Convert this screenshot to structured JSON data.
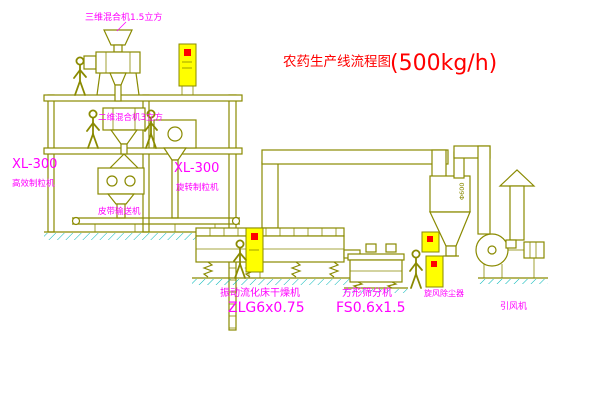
{
  "title": {
    "name": "农药生产线流程图",
    "capacity": "(500kg/h)"
  },
  "labels": {
    "top_mixer": "三维混合机1.5立方",
    "floor2_mixer": "二维混合机3立方",
    "granulator_left_model": "XL-300",
    "granulator_left_name": "高效制粒机",
    "granulator_right_model": "XL-300",
    "granulator_right_name": "旋转制粒机",
    "belt_conveyor": "皮带输送机",
    "dryer_name": "振动流化床干燥机",
    "dryer_model": "ZLG6x0.75",
    "sifter_name": "方形筛分机",
    "sifter_model": "FS0.6x1.5",
    "cyclone_name": "旋风除尘器",
    "cyclone_size": "Φ600",
    "fan_name": "引风机"
  },
  "colors": {
    "line": "#8a8a00",
    "label": "#ff00ff",
    "title": "#ff0000",
    "panel": "#ffff00",
    "hatch": "#00b7b7"
  }
}
